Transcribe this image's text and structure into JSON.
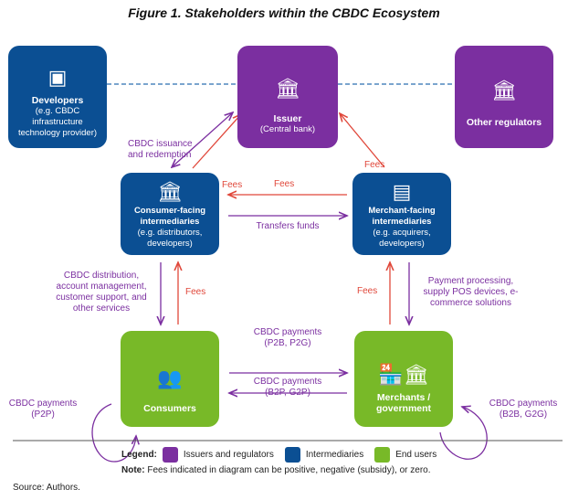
{
  "title": "Figure 1. Stakeholders within the CBDC Ecosystem",
  "nodes": {
    "developers": {
      "name": "Developers",
      "sub": "(e.g. CBDC infrastructure technology provider)"
    },
    "issuer": {
      "name": "Issuer",
      "sub": "(Central bank)"
    },
    "regulators": {
      "name": "Other regulators"
    },
    "consumer_int": {
      "name": "Consumer-facing intermediaries",
      "sub": "(e.g. distributors, developers)"
    },
    "merchant_int": {
      "name": "Merchant-facing intermediaries",
      "sub": "(e.g. acquirers, developers)"
    },
    "consumers": {
      "name": "Consumers"
    },
    "merchants": {
      "name": "Merchants / government"
    }
  },
  "edges": {
    "issuance": "CBDC issuance and redemption",
    "fees1": "Fees",
    "fees2": "Fees",
    "fees3": "Fees",
    "fees4": "Fees",
    "fees5": "Fees",
    "transfers": "Transfers funds",
    "distribution": "CBDC distribution, account management, customer support, and other services",
    "processing": "Payment processing, supply POS devices, e-commerce solutions",
    "p2b": "CBDC payments (P2B, P2G)",
    "b2p": "CBDC payments (B2P, G2P)",
    "p2p": "CBDC payments (P2P)",
    "b2b": "CBDC payments (B2B, G2G)"
  },
  "legend": {
    "label": "Legend:",
    "items": [
      "Issuers and regulators",
      "Intermediaries",
      "End users"
    ],
    "colors": [
      "#7b2fa0",
      "#0b4f93",
      "#78b928"
    ]
  },
  "note": {
    "label": "Note:",
    "text": "Fees indicated in diagram can be positive, negative (subsidy), or zero."
  },
  "source": "Source: Authors."
}
